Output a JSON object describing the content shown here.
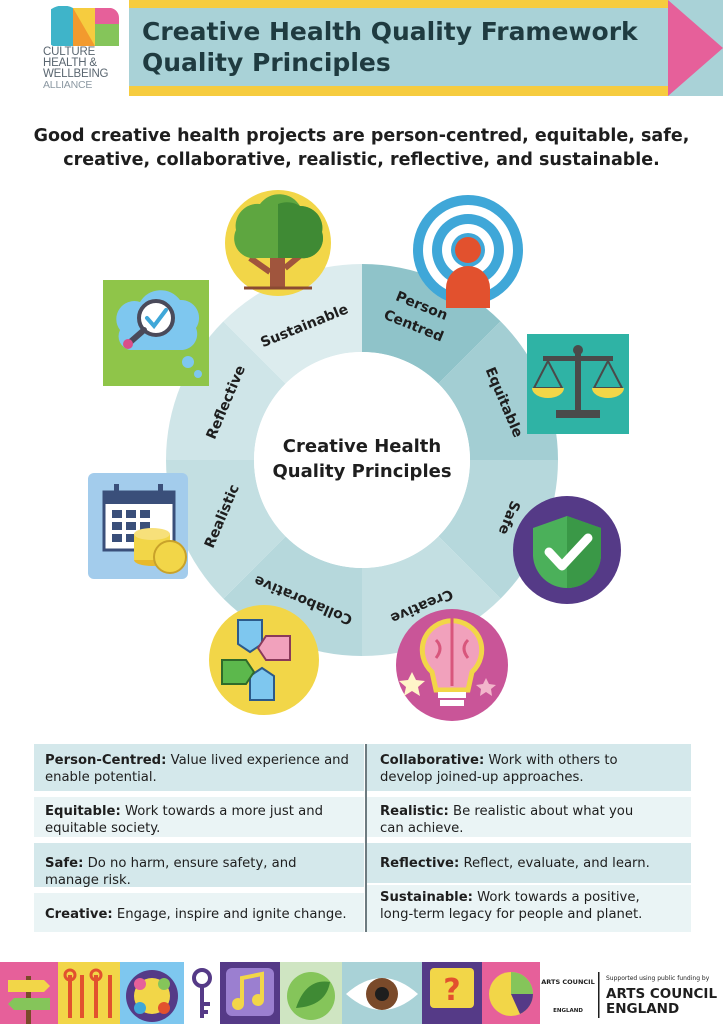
{
  "header": {
    "logo_lines": [
      "CULTURE",
      "HEALTH &",
      "WELLBEING",
      "ALLIANCE"
    ],
    "title_line1": "Creative Health Quality Framework",
    "title_line2": "Quality Principles"
  },
  "intro": {
    "line1": "Good creative health projects are person-centred, equitable, safe,",
    "line2": "creative, collaborative, realistic, reflective, and sustainable."
  },
  "wheel": {
    "center_line1": "Creative Health",
    "center_line2": "Quality Principles",
    "segments": [
      {
        "label": "Person",
        "label2": "Centred",
        "icon": "person-target-icon"
      },
      {
        "label": "Equitable",
        "icon": "scales-icon"
      },
      {
        "label": "Safe",
        "icon": "shield-check-icon"
      },
      {
        "label": "Creative",
        "icon": "brain-lightbulb-icon"
      },
      {
        "label": "Collaborative",
        "icon": "joined-hands-icon"
      },
      {
        "label": "Realistic",
        "icon": "calendar-coins-icon"
      },
      {
        "label": "Reflective",
        "icon": "thought-cloud-magnifier-icon"
      },
      {
        "label": "Sustainable",
        "icon": "tree-icon"
      }
    ]
  },
  "table": {
    "left": [
      {
        "term": "Person-Centred:",
        "desc1": "Value lived experience and",
        "desc2": "enable potential."
      },
      {
        "term": "Equitable:",
        "desc1": "Work towards a more just and",
        "desc2": "equitable society."
      },
      {
        "term": "Safe:",
        "desc1": "Do no harm, ensure safety, and",
        "desc2": "manage risk."
      },
      {
        "term": "Creative:",
        "desc1": "Engage, inspire and ignite change.",
        "desc2": ""
      }
    ],
    "right": [
      {
        "term": "Collaborative:",
        "desc1": "Work with others to",
        "desc2": "develop joined-up approaches."
      },
      {
        "term": "Realistic:",
        "desc1": "Be realistic about what you",
        "desc2": "can achieve."
      },
      {
        "term": "Reflective:",
        "desc1": "Reflect, evaluate, and learn.",
        "desc2": ""
      },
      {
        "term": "Sustainable:",
        "desc1": "Work towards a positive,",
        "desc2": "long-term legacy for people and planet."
      }
    ]
  },
  "footer": {
    "ace_circle_top": "ARTS COUNCIL",
    "ace_circle_bottom": "ENGLAND",
    "supported_text": "Supported using public funding by",
    "ace_line1": "ARTS COUNCIL",
    "ace_line2": "ENGLAND",
    "tile_icons": [
      "signpost-icon",
      "tools-icon",
      "people-circle-icon",
      "key-icon",
      "music-note-icon",
      "leaf-icon",
      "eye-icon",
      "question-mark-icon",
      "pie-chart-icon"
    ]
  },
  "colors": {
    "teal_light": "#a9d2d7",
    "teal_pale": "#d4e8eb",
    "yellow": "#f6cc3f",
    "pink": "#e6609a",
    "dark_text": "#1f3b40"
  }
}
